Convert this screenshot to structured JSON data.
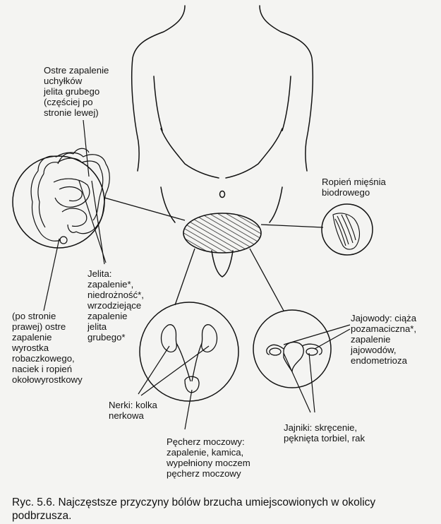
{
  "labels": {
    "colon_diverticulitis": "Ostre zapalenie\nuchyłków\njelita grubego\n(częściej po\nstronie lewej)",
    "psoas_abscess": "Ropień mięśnia\nbiodrowego",
    "intestines": "Jelita:\nzapalenie*,\nniedrożność*,\nwrzodziejące\nzapalenie\njelita\ngrubego*",
    "appendicitis": "(po stronie\nprawej) ostre\nzapalenie\nwyrostka\nrobaczkowego,\nnaciek i ropień\nokołowyrostkowy",
    "fallopian_tubes": "Jajowody: ciąża\npozamaciczna*,\nzapalenie\njajowodów,\nendometrioza",
    "kidneys": "Nerki: kolka\nnerkowa",
    "ovaries": "Jajniki: skręcenie,\npęknięta torbiel, rak",
    "bladder": "Pęcherz moczowy:\nzapalenie, kamica,\nwypełniony moczem\npęcherz moczowy"
  },
  "caption": "Ryc. 5.6. Najczęstsze przyczyny bólów brzucha umiejscowionych w okolicy podbrzusza."
}
